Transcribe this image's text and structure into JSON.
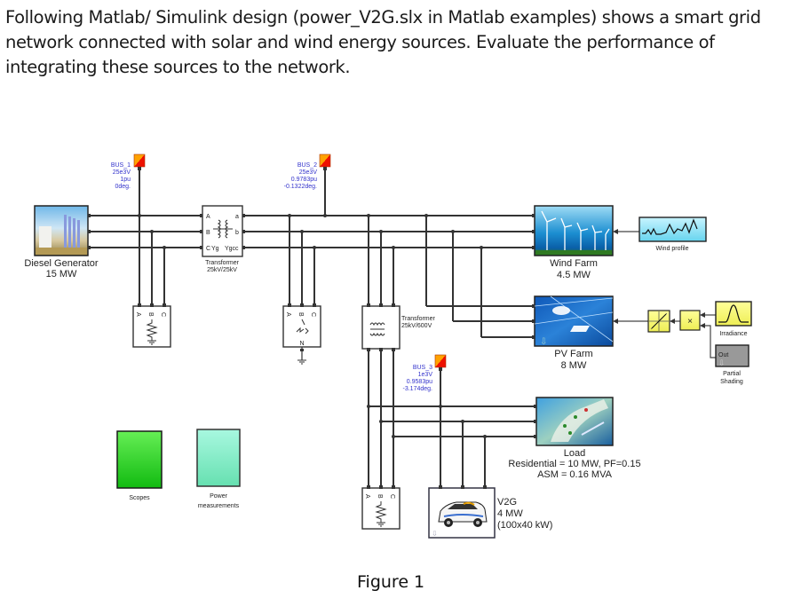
{
  "question": {
    "line1": "Following Matlab/ Simulink design (power_V2G.slx in Matlab examples) shows a smart grid",
    "line2": "network connected with solar and wind energy sources. Evaluate the performance of",
    "line3": "integrating these sources to the network."
  },
  "buses": [
    {
      "name": "BUS_1",
      "voltage": "25e3V",
      "pu": "1pu",
      "angle": "0deg."
    },
    {
      "name": "BUS_2",
      "voltage": "25e3V",
      "pu": "0.9783pu",
      "angle": "-0.1322deg."
    },
    {
      "name": "BUS_3",
      "voltage": "1e3V",
      "pu": "0.9583pu",
      "angle": "-3.174deg."
    }
  ],
  "blocks": {
    "diesel": {
      "line1": "Diesel Generator",
      "line2": "15 MW"
    },
    "transformer1": {
      "line1": "Transformer",
      "line2": "25kV/25kV",
      "port_a": "A",
      "port_b": "B",
      "port_c": "C",
      "out_a": "a",
      "out_b": "b",
      "out_c": "c",
      "w1": "Yg",
      "w2": "Ygc"
    },
    "transformer2": {
      "line1": "Transformer",
      "line2": "25kV/600V"
    },
    "wind": {
      "line1": "Wind Farm",
      "line2": "4.5 MW"
    },
    "wind_profile": {
      "label": "Wind profile"
    },
    "pv": {
      "line1": "PV Farm",
      "line2": "8 MW"
    },
    "product": {
      "symbol": "×"
    },
    "irradiance": {
      "label": "Irradiance"
    },
    "shading": {
      "line1": "Partial",
      "line2": "Shading",
      "port": "Out"
    },
    "load": {
      "line1": "Load",
      "line2": "Residential = 10 MW, PF=0.15",
      "line3": "ASM = 0.16 MVA"
    },
    "v2g": {
      "line1": "V2G",
      "line2": "4 MW",
      "line3": "(100x40 kW)"
    },
    "scopes": {
      "label": "Scopes"
    },
    "power_meas": {
      "line1": "Power",
      "line2": "measurements"
    },
    "phase_labels": [
      "A",
      "B",
      "C"
    ],
    "neutral_label": "N"
  },
  "caption": "Figure 1",
  "colors": {
    "bus_marker_red": "#ee2200",
    "bus_marker_orange": "#ff9900",
    "bus_text": "#3333cc",
    "scope_green": "#33dd33",
    "power_meas_aqua": "#88f0cc",
    "yellow_block": "#ffff88"
  }
}
